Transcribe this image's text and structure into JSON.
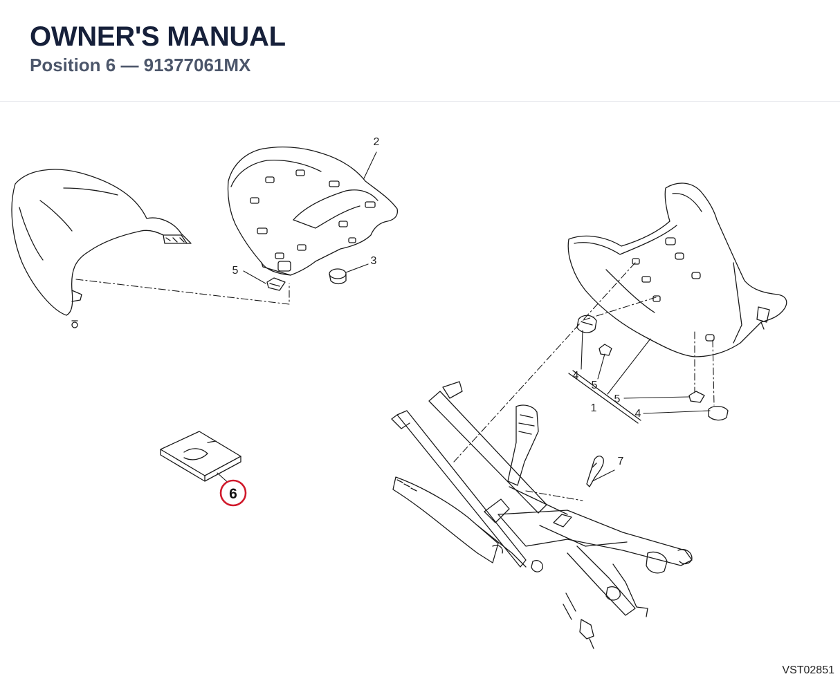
{
  "header": {
    "title": "OWNER'S MANUAL",
    "subtitle": "Position 6 — 91377061MX"
  },
  "callouts": [
    "1",
    "2",
    "3",
    "4",
    "4",
    "5",
    "5",
    "5",
    "6",
    "7"
  ],
  "highlighted_callout": "6",
  "drawing_code": "VST02851",
  "colors": {
    "highlight": "#d0192b",
    "title": "#16203a",
    "subtitle": "#4c566a"
  }
}
